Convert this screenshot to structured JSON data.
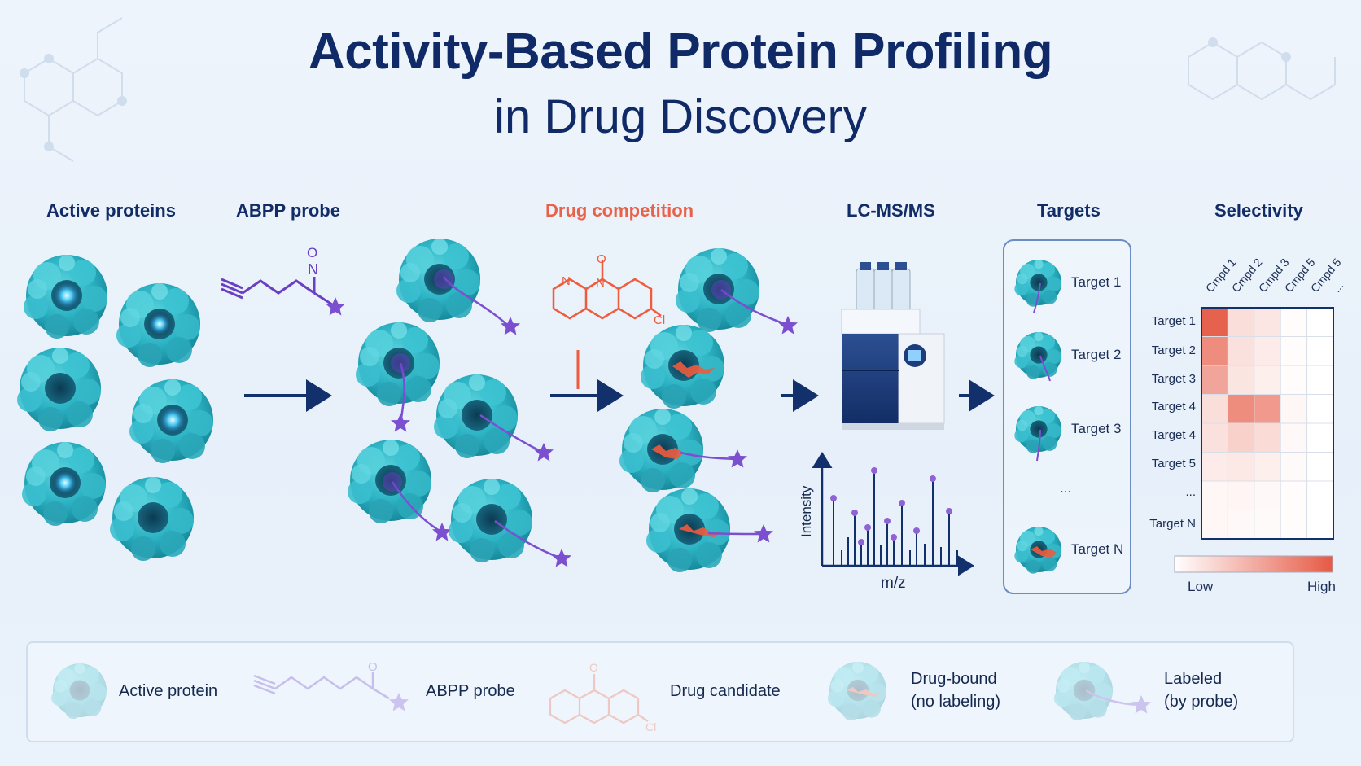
{
  "title": {
    "line1": "Activity-Based Protein Profiling",
    "line2": "in Drug Discovery"
  },
  "columns": {
    "active": "Active proteins",
    "probe": "ABPP probe",
    "competition": "Drug competition",
    "lcms": "LC-MS/MS",
    "targets": "Targets",
    "selectivity": "Selectivity"
  },
  "chem": {
    "probe_n": "N",
    "probe_o": "O",
    "drug_n1": "N",
    "drug_n2": "N",
    "drug_o": "O",
    "drug_cl": "Cl"
  },
  "spectrum": {
    "ylabel": "Intensity",
    "xlabel": "m/z"
  },
  "target_list": [
    "Target 1",
    "Target 2",
    "Target 3",
    "...",
    "Target N"
  ],
  "heatmap": {
    "columns": [
      "Cmpd 1",
      "Cmpd 2",
      "Cmpd 3",
      "Cmpd 5",
      "Cmpd 5",
      "..."
    ],
    "rows": [
      "Target 1",
      "Target 2",
      "Target 3",
      "Target 4",
      "Target 4",
      "Target 5",
      "...",
      "Target N"
    ],
    "scale_low": "Low",
    "scale_high": "High",
    "intensity": [
      [
        0.95,
        0.2,
        0.15,
        0.02,
        0.0
      ],
      [
        0.7,
        0.18,
        0.12,
        0.02,
        0.0
      ],
      [
        0.55,
        0.16,
        0.1,
        0.02,
        0.0
      ],
      [
        0.2,
        0.7,
        0.62,
        0.05,
        0.0
      ],
      [
        0.18,
        0.28,
        0.22,
        0.04,
        0.0
      ],
      [
        0.12,
        0.14,
        0.1,
        0.03,
        0.0
      ],
      [
        0.05,
        0.06,
        0.04,
        0.02,
        0.0
      ],
      [
        0.05,
        0.04,
        0.03,
        0.02,
        0.0
      ]
    ]
  },
  "legend": {
    "active": "Active protein",
    "probe": "ABPP probe",
    "drug": "Drug candidate",
    "drug_bound_1": "Drug-bound",
    "drug_bound_2": "(no labeling)",
    "labeled_1": "Labeled",
    "labeled_2": "(by probe)"
  },
  "colors": {
    "navy": "#0f2a66",
    "protein": "#2bb6c6",
    "probe": "#6a3fc4",
    "drug": "#ee5b3d",
    "heat_high": "#e65a45"
  }
}
